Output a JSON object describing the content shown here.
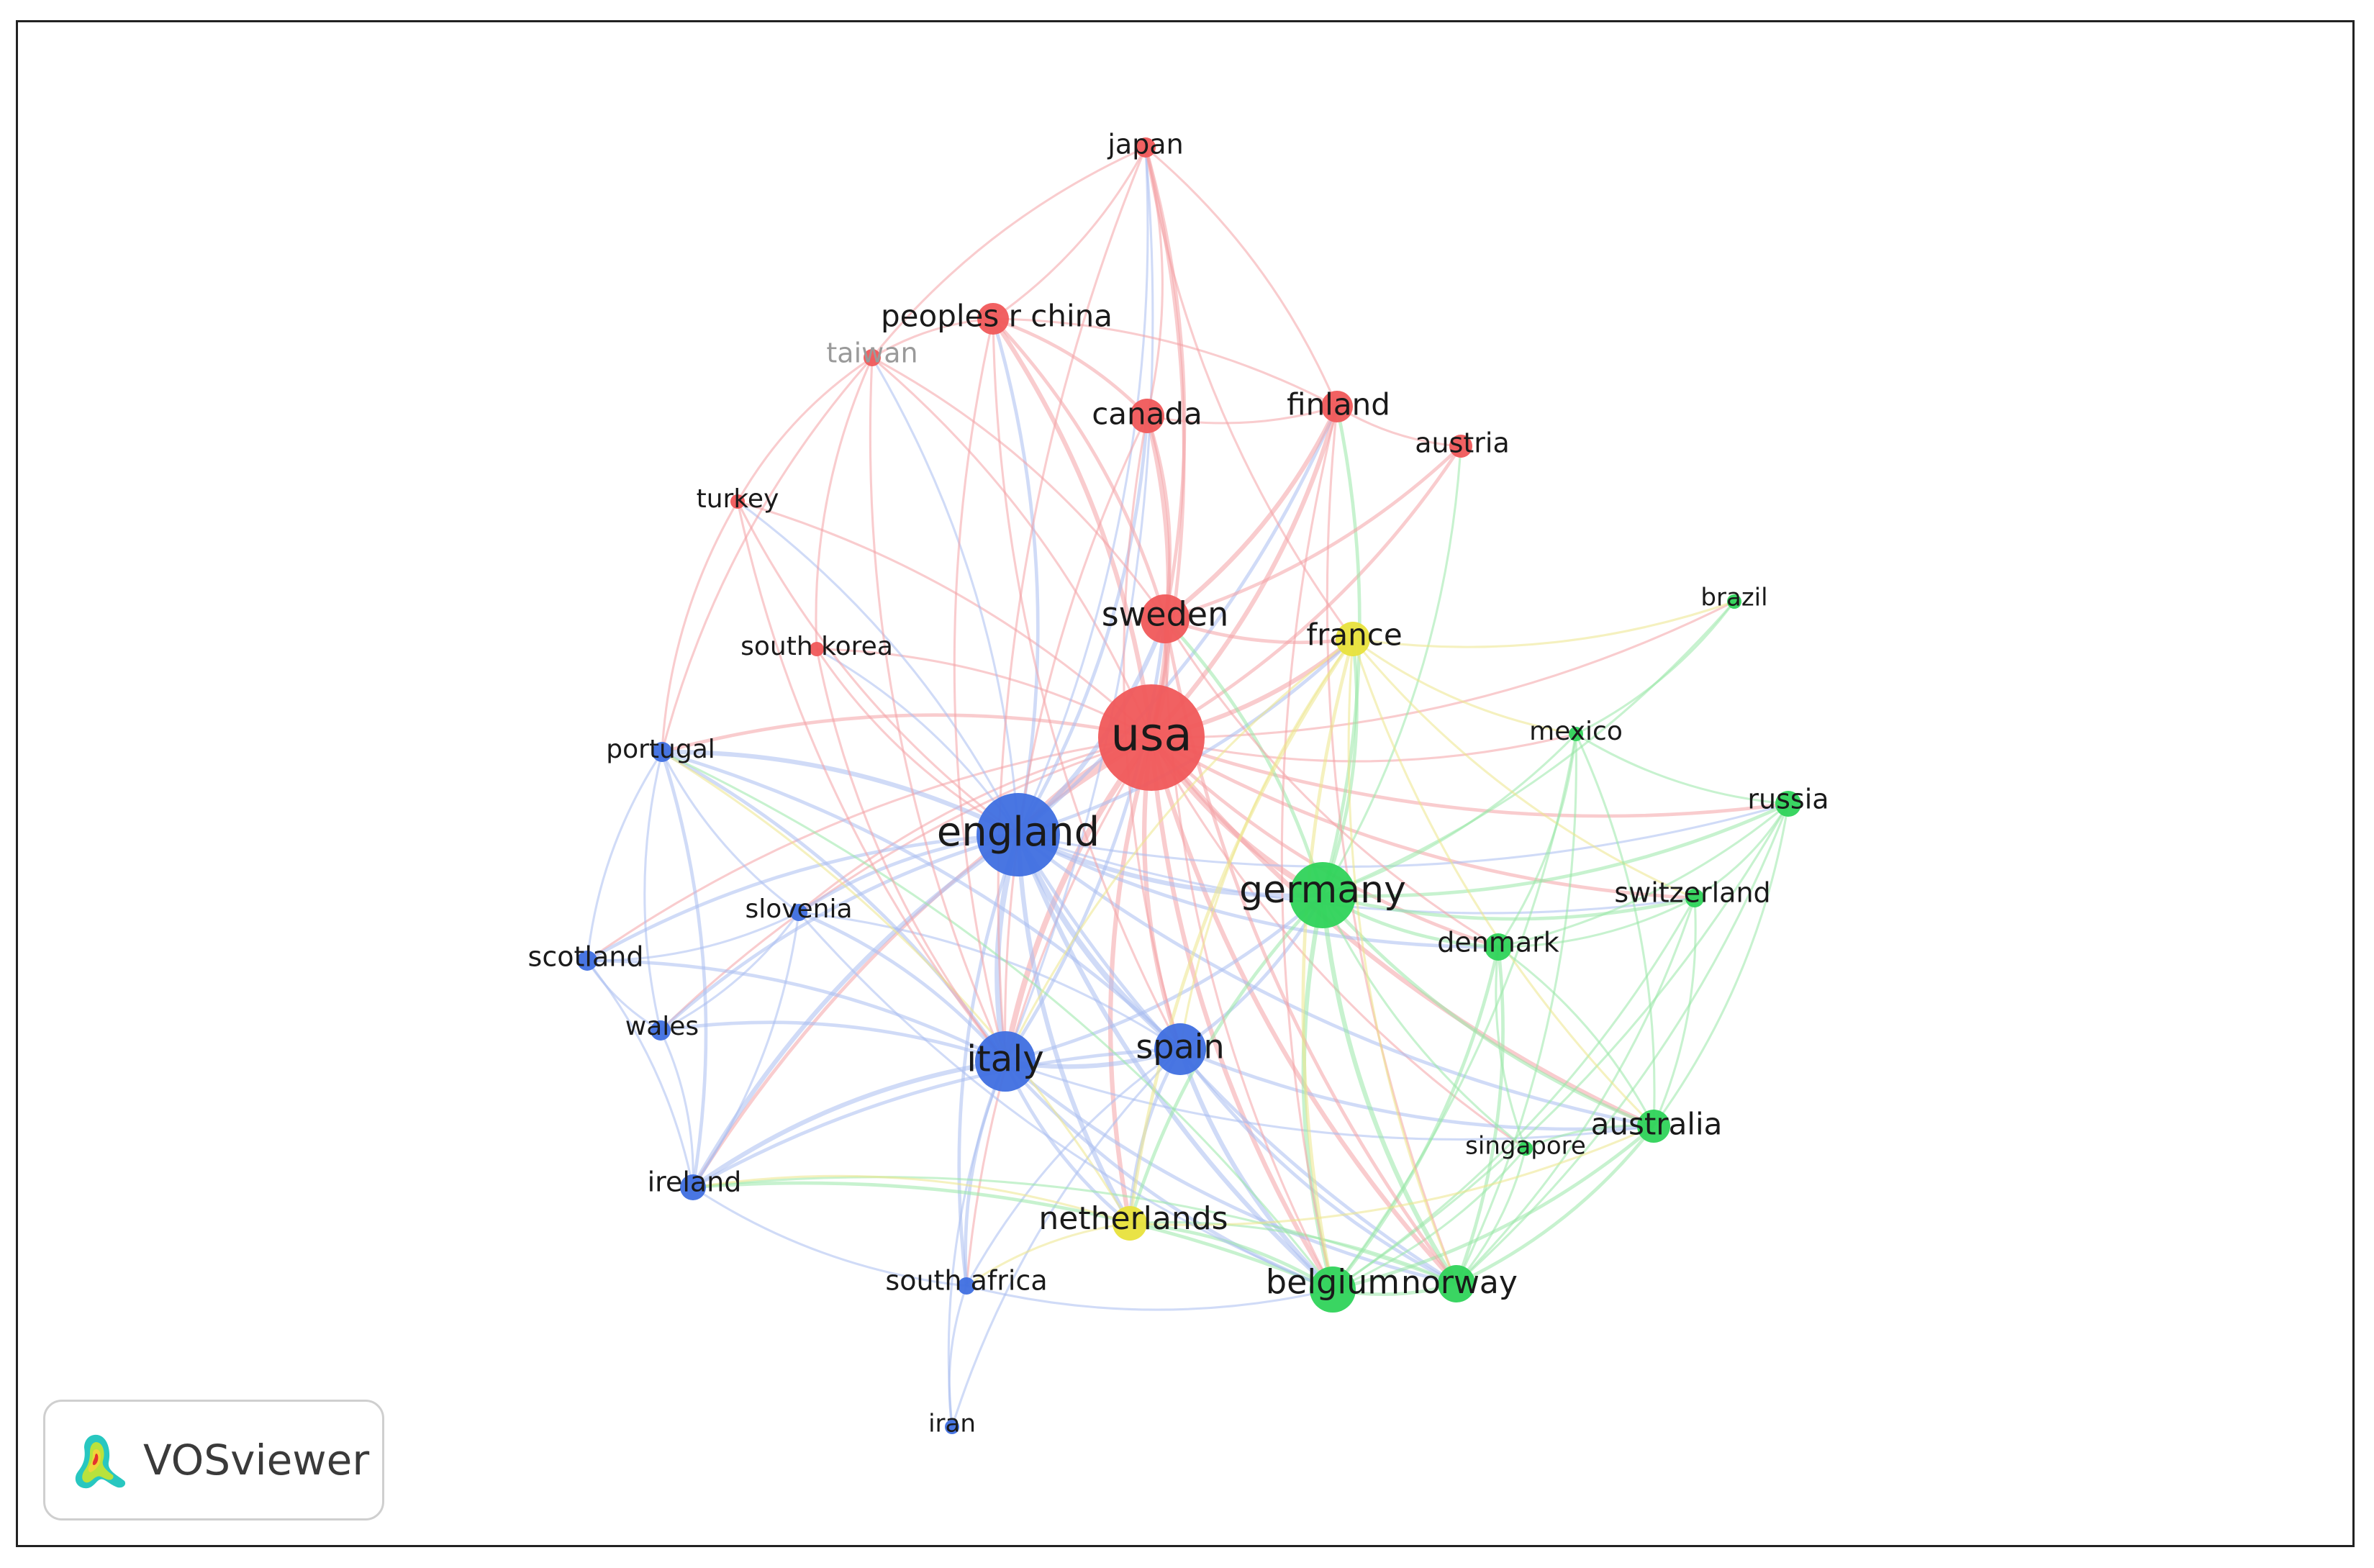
{
  "app": {
    "name": "VOSviewer"
  },
  "clusters": {
    "red": "#f0595a",
    "blue": "#3f6fe0",
    "green": "#2fd35a",
    "yellow": "#e8e23c"
  },
  "link_colors": {
    "red": "#f4a3a6",
    "blue": "#a9bdf0",
    "green": "#99e8a7",
    "yellow": "#ece58a"
  },
  "nodes": [
    {
      "id": "usa",
      "label": "usa",
      "cluster": "red"
    },
    {
      "id": "england",
      "label": "england",
      "cluster": "blue"
    },
    {
      "id": "germany",
      "label": "germany",
      "cluster": "green"
    },
    {
      "id": "italy",
      "label": "italy",
      "cluster": "blue"
    },
    {
      "id": "spain",
      "label": "spain",
      "cluster": "blue"
    },
    {
      "id": "sweden",
      "label": "sweden",
      "cluster": "red"
    },
    {
      "id": "belgium",
      "label": "belgium",
      "cluster": "green"
    },
    {
      "id": "norway",
      "label": "norway",
      "cluster": "green"
    },
    {
      "id": "netherlands",
      "label": "netherlands",
      "cluster": "yellow"
    },
    {
      "id": "france",
      "label": "france",
      "cluster": "yellow"
    },
    {
      "id": "australia",
      "label": "australia",
      "cluster": "green"
    },
    {
      "id": "canada",
      "label": "canada",
      "cluster": "red"
    },
    {
      "id": "finland",
      "label": "finland",
      "cluster": "red"
    },
    {
      "id": "peoples_r_china",
      "label": "peoples r china",
      "cluster": "red"
    },
    {
      "id": "denmark",
      "label": "denmark",
      "cluster": "green"
    },
    {
      "id": "ireland",
      "label": "ireland",
      "cluster": "blue"
    },
    {
      "id": "russia",
      "label": "russia",
      "cluster": "green"
    },
    {
      "id": "switzerland",
      "label": "switzerland",
      "cluster": "green"
    },
    {
      "id": "austria",
      "label": "austria",
      "cluster": "red"
    },
    {
      "id": "japan",
      "label": "japan",
      "cluster": "red"
    },
    {
      "id": "portugal",
      "label": "portugal",
      "cluster": "blue"
    },
    {
      "id": "scotland",
      "label": "scotland",
      "cluster": "blue"
    },
    {
      "id": "wales",
      "label": "wales",
      "cluster": "blue"
    },
    {
      "id": "slovenia",
      "label": "slovenia",
      "cluster": "blue"
    },
    {
      "id": "south_africa",
      "label": "south africa",
      "cluster": "blue"
    },
    {
      "id": "mexico",
      "label": "mexico",
      "cluster": "green"
    },
    {
      "id": "singapore",
      "label": "singapore",
      "cluster": "green"
    },
    {
      "id": "brazil",
      "label": "brazil",
      "cluster": "green"
    },
    {
      "id": "turkey",
      "label": "turkey",
      "cluster": "red"
    },
    {
      "id": "south_korea",
      "label": "south korea",
      "cluster": "red"
    },
    {
      "id": "taiwan",
      "label": "taiwan",
      "cluster": "red"
    },
    {
      "id": "iran",
      "label": "iran",
      "cluster": "blue"
    }
  ],
  "links": [
    [
      "usa",
      "england",
      5
    ],
    [
      "usa",
      "germany",
      4
    ],
    [
      "usa",
      "italy",
      4
    ],
    [
      "usa",
      "spain",
      3
    ],
    [
      "usa",
      "sweden",
      4
    ],
    [
      "usa",
      "belgium",
      3
    ],
    [
      "usa",
      "norway",
      3
    ],
    [
      "usa",
      "netherlands",
      3
    ],
    [
      "usa",
      "france",
      3
    ],
    [
      "usa",
      "australia",
      3
    ],
    [
      "usa",
      "canada",
      3
    ],
    [
      "usa",
      "finland",
      3
    ],
    [
      "usa",
      "peoples_r_china",
      3
    ],
    [
      "usa",
      "denmark",
      2
    ],
    [
      "usa",
      "ireland",
      2
    ],
    [
      "usa",
      "russia",
      2
    ],
    [
      "usa",
      "switzerland",
      2
    ],
    [
      "usa",
      "austria",
      2
    ],
    [
      "usa",
      "japan",
      2
    ],
    [
      "usa",
      "portugal",
      2
    ],
    [
      "usa",
      "scotland",
      1
    ],
    [
      "usa",
      "wales",
      1
    ],
    [
      "usa",
      "slovenia",
      1
    ],
    [
      "usa",
      "mexico",
      1
    ],
    [
      "usa",
      "singapore",
      1
    ],
    [
      "usa",
      "turkey",
      1
    ],
    [
      "usa",
      "south_korea",
      1
    ],
    [
      "usa",
      "taiwan",
      1
    ],
    [
      "usa",
      "south_africa",
      1
    ],
    [
      "usa",
      "brazil",
      1
    ],
    [
      "england",
      "italy",
      4
    ],
    [
      "england",
      "spain",
      4
    ],
    [
      "england",
      "germany",
      3
    ],
    [
      "england",
      "netherlands",
      3
    ],
    [
      "england",
      "belgium",
      3
    ],
    [
      "england",
      "sweden",
      3
    ],
    [
      "england",
      "ireland",
      3
    ],
    [
      "england",
      "portugal",
      3
    ],
    [
      "england",
      "scotland",
      2
    ],
    [
      "england",
      "wales",
      2
    ],
    [
      "england",
      "slovenia",
      2
    ],
    [
      "england",
      "norway",
      2
    ],
    [
      "england",
      "australia",
      2
    ],
    [
      "england",
      "canada",
      2
    ],
    [
      "england",
      "finland",
      2
    ],
    [
      "england",
      "peoples_r_china",
      2
    ],
    [
      "england",
      "france",
      2
    ],
    [
      "england",
      "denmark",
      2
    ],
    [
      "england",
      "south_africa",
      2
    ],
    [
      "england",
      "japan",
      1
    ],
    [
      "england",
      "taiwan",
      1
    ],
    [
      "england",
      "turkey",
      1
    ],
    [
      "england",
      "south_korea",
      1
    ],
    [
      "england",
      "switzerland",
      1
    ],
    [
      "england",
      "russia",
      1
    ],
    [
      "italy",
      "spain",
      3
    ],
    [
      "italy",
      "ireland",
      3
    ],
    [
      "italy",
      "portugal",
      2
    ],
    [
      "italy",
      "scotland",
      2
    ],
    [
      "italy",
      "wales",
      2
    ],
    [
      "italy",
      "slovenia",
      2
    ],
    [
      "italy",
      "netherlands",
      2
    ],
    [
      "italy",
      "belgium",
      2
    ],
    [
      "italy",
      "germany",
      2
    ],
    [
      "italy",
      "norway",
      2
    ],
    [
      "italy",
      "south_africa",
      2
    ],
    [
      "italy",
      "iran",
      1
    ],
    [
      "italy",
      "australia",
      1
    ],
    [
      "italy",
      "sweden",
      2
    ],
    [
      "italy",
      "japan",
      1
    ],
    [
      "spain",
      "germany",
      2
    ],
    [
      "spain",
      "belgium",
      3
    ],
    [
      "spain",
      "norway",
      2
    ],
    [
      "spain",
      "netherlands",
      2
    ],
    [
      "spain",
      "ireland",
      2
    ],
    [
      "spain",
      "portugal",
      2
    ],
    [
      "spain",
      "australia",
      2
    ],
    [
      "spain",
      "slovenia",
      1
    ],
    [
      "spain",
      "south_africa",
      1
    ],
    [
      "spain",
      "iran",
      1
    ],
    [
      "germany",
      "belgium",
      3
    ],
    [
      "germany",
      "norway",
      3
    ],
    [
      "germany",
      "netherlands",
      2
    ],
    [
      "germany",
      "france",
      2
    ],
    [
      "germany",
      "denmark",
      2
    ],
    [
      "germany",
      "switzerland",
      2
    ],
    [
      "germany",
      "russia",
      2
    ],
    [
      "germany",
      "australia",
      2
    ],
    [
      "germany",
      "sweden",
      2
    ],
    [
      "germany",
      "finland",
      2
    ],
    [
      "germany",
      "mexico",
      1
    ],
    [
      "germany",
      "austria",
      1
    ],
    [
      "germany",
      "singapore",
      1
    ],
    [
      "germany",
      "brazil",
      1
    ],
    [
      "belgium",
      "norway",
      2
    ],
    [
      "belgium",
      "netherlands",
      2
    ],
    [
      "belgium",
      "australia",
      2
    ],
    [
      "belgium",
      "denmark",
      2
    ],
    [
      "belgium",
      "ireland",
      2
    ],
    [
      "belgium",
      "russia",
      1
    ],
    [
      "belgium",
      "switzerland",
      1
    ],
    [
      "belgium",
      "singapore",
      1
    ],
    [
      "belgium",
      "mexico",
      1
    ],
    [
      "belgium",
      "portugal",
      1
    ],
    [
      "norway",
      "australia",
      2
    ],
    [
      "norway",
      "denmark",
      2
    ],
    [
      "norway",
      "switzerland",
      1
    ],
    [
      "norway",
      "russia",
      1
    ],
    [
      "norway",
      "singapore",
      1
    ],
    [
      "norway",
      "mexico",
      1
    ],
    [
      "norway",
      "ireland",
      1
    ],
    [
      "norway",
      "netherlands",
      1
    ],
    [
      "sweden",
      "finland",
      3
    ],
    [
      "sweden",
      "canada",
      2
    ],
    [
      "sweden",
      "peoples_r_china",
      2
    ],
    [
      "sweden",
      "austria",
      2
    ],
    [
      "sweden",
      "japan",
      2
    ],
    [
      "sweden",
      "france",
      2
    ],
    [
      "sweden",
      "denmark",
      1
    ],
    [
      "sweden",
      "norway",
      2
    ],
    [
      "sweden",
      "belgium",
      1
    ],
    [
      "sweden",
      "taiwan",
      1
    ],
    [
      "canada",
      "peoples_r_china",
      2
    ],
    [
      "canada",
      "japan",
      1
    ],
    [
      "canada",
      "finland",
      1
    ],
    [
      "canada",
      "italy",
      1
    ],
    [
      "canada",
      "spain",
      1
    ],
    [
      "finland",
      "austria",
      1
    ],
    [
      "finland",
      "japan",
      1
    ],
    [
      "finland",
      "peoples_r_china",
      1
    ],
    [
      "finland",
      "norway",
      1
    ],
    [
      "finland",
      "belgium",
      1
    ],
    [
      "peoples_r_china",
      "japan",
      1
    ],
    [
      "peoples_r_china",
      "taiwan",
      1
    ],
    [
      "peoples_r_china",
      "italy",
      1
    ],
    [
      "peoples_r_china",
      "spain",
      1
    ],
    [
      "japan",
      "taiwan",
      1
    ],
    [
      "japan",
      "italy",
      1
    ],
    [
      "japan",
      "france",
      1
    ],
    [
      "taiwan",
      "turkey",
      1
    ],
    [
      "taiwan",
      "south_korea",
      1
    ],
    [
      "taiwan",
      "italy",
      1
    ],
    [
      "taiwan",
      "portugal",
      1
    ],
    [
      "turkey",
      "england",
      1
    ],
    [
      "turkey",
      "portugal",
      1
    ],
    [
      "turkey",
      "italy",
      1
    ],
    [
      "france",
      "netherlands",
      2
    ],
    [
      "france",
      "belgium",
      2
    ],
    [
      "france",
      "norway",
      1
    ],
    [
      "france",
      "spain",
      1
    ],
    [
      "france",
      "italy",
      1
    ],
    [
      "france",
      "brazil",
      1
    ],
    [
      "france",
      "mexico",
      1
    ],
    [
      "france",
      "australia",
      1
    ],
    [
      "france",
      "switzerland",
      1
    ],
    [
      "netherlands",
      "ireland",
      1
    ],
    [
      "netherlands",
      "australia",
      1
    ],
    [
      "netherlands",
      "south_africa",
      1
    ],
    [
      "netherlands",
      "portugal",
      1
    ],
    [
      "australia",
      "denmark",
      1
    ],
    [
      "australia",
      "switzerland",
      1
    ],
    [
      "australia",
      "singapore",
      1
    ],
    [
      "australia",
      "russia",
      1
    ],
    [
      "australia",
      "mexico",
      1
    ],
    [
      "denmark",
      "switzerland",
      1
    ],
    [
      "denmark",
      "mexico",
      1
    ],
    [
      "denmark",
      "russia",
      1
    ],
    [
      "denmark",
      "singapore",
      1
    ],
    [
      "mexico",
      "brazil",
      1
    ],
    [
      "mexico",
      "russia",
      1
    ],
    [
      "switzerland",
      "russia",
      1
    ],
    [
      "ireland",
      "portugal",
      2
    ],
    [
      "ireland",
      "scotland",
      1
    ],
    [
      "ireland",
      "wales",
      1
    ],
    [
      "ireland",
      "slovenia",
      1
    ],
    [
      "ireland",
      "south_africa",
      1
    ],
    [
      "portugal",
      "scotland",
      1
    ],
    [
      "portugal",
      "wales",
      1
    ],
    [
      "portugal",
      "slovenia",
      1
    ],
    [
      "scotland",
      "wales",
      1
    ],
    [
      "scotland",
      "slovenia",
      1
    ],
    [
      "wales",
      "slovenia",
      1
    ],
    [
      "south_africa",
      "iran",
      1
    ],
    [
      "south_africa",
      "belgium",
      1
    ],
    [
      "slovenia",
      "belgium",
      1
    ],
    [
      "south_korea",
      "england",
      1
    ],
    [
      "south_korea",
      "italy",
      1
    ]
  ]
}
